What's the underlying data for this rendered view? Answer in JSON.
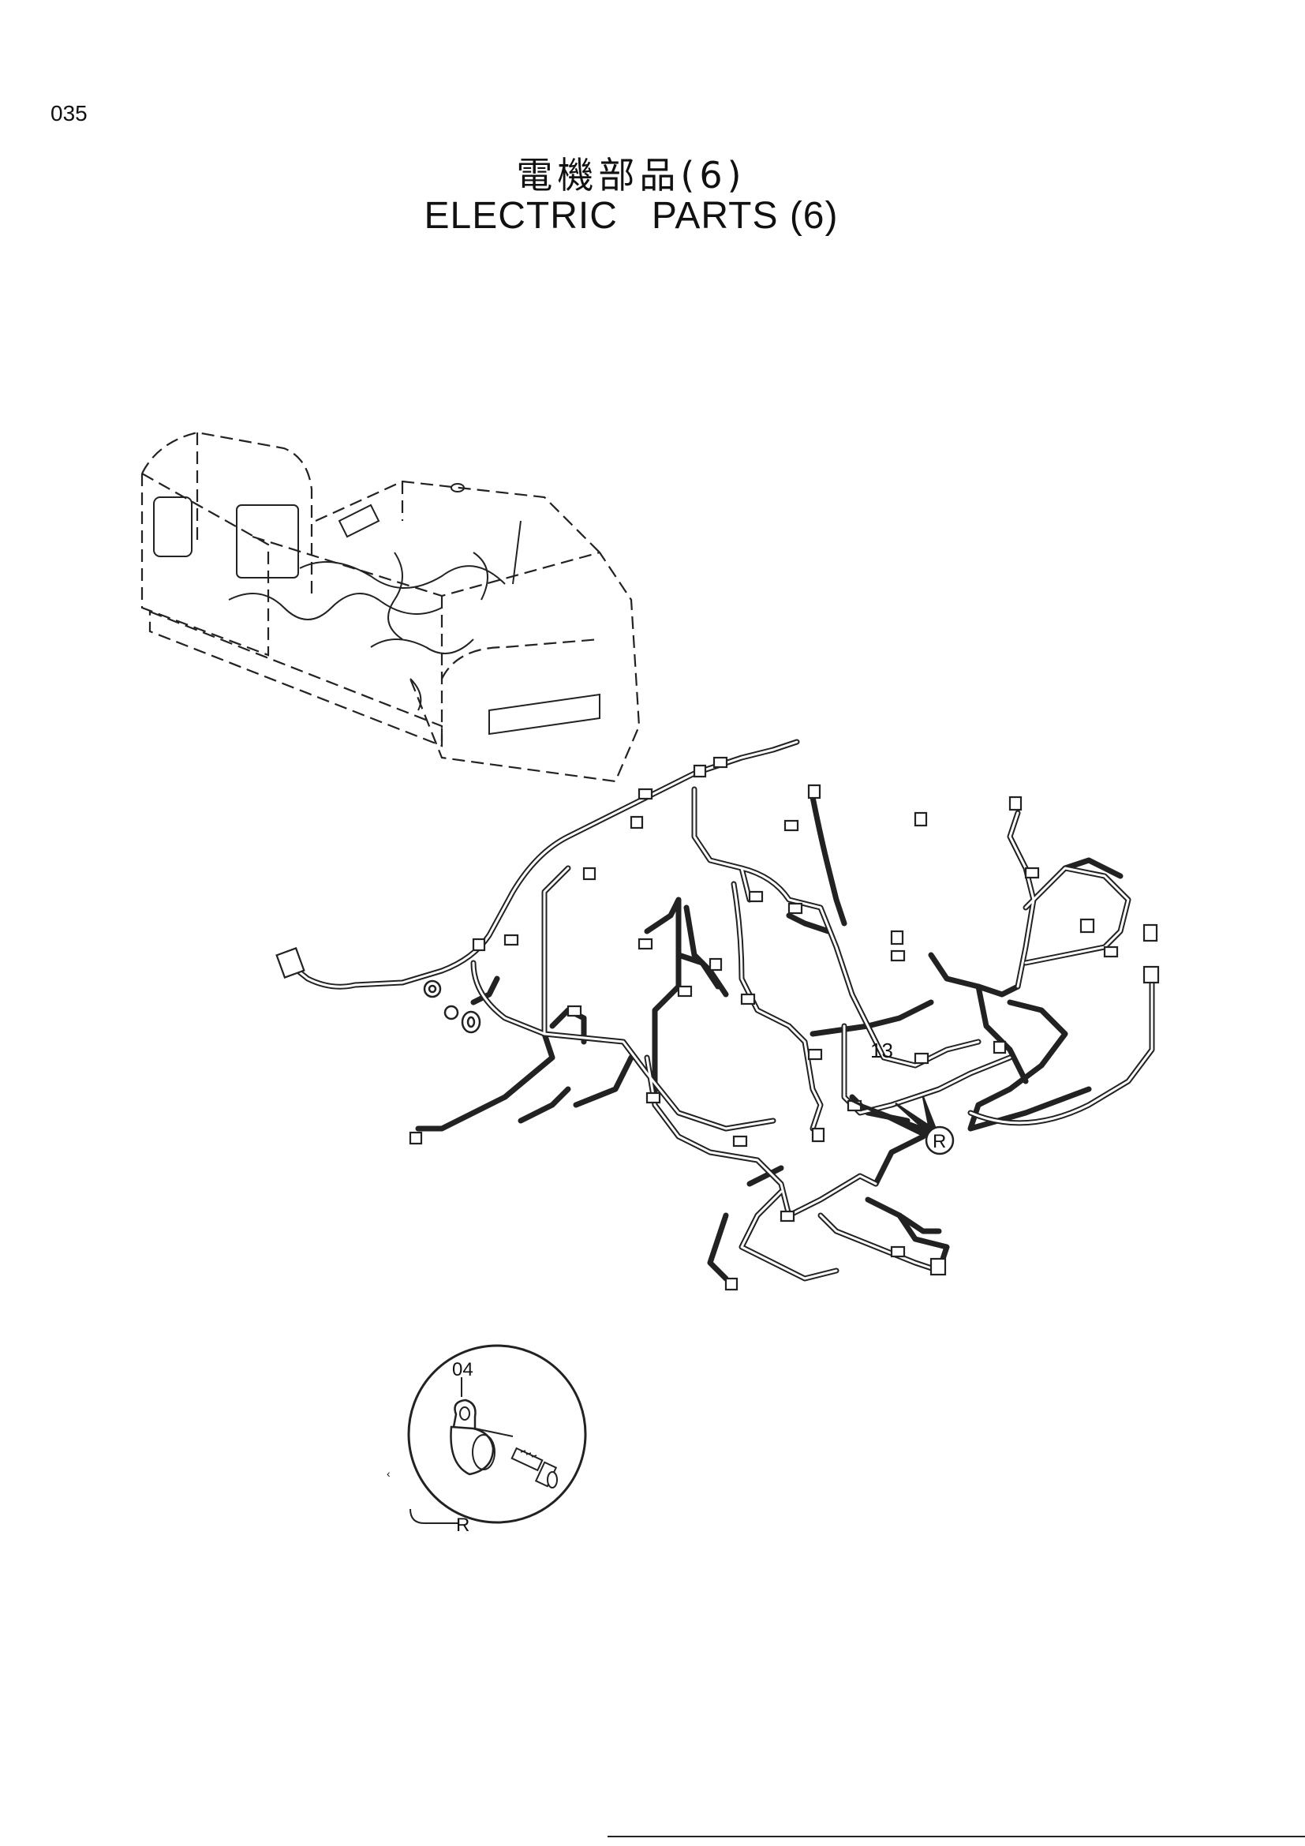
{
  "page_number": "035",
  "title_japanese": "電機部品(6)",
  "title_english": "ELECTRIC   PARTS (6)",
  "callouts": {
    "item_13": "13",
    "detail_ref_main": "R",
    "detail_part": "04",
    "detail_ref_inset": "R"
  }
}
